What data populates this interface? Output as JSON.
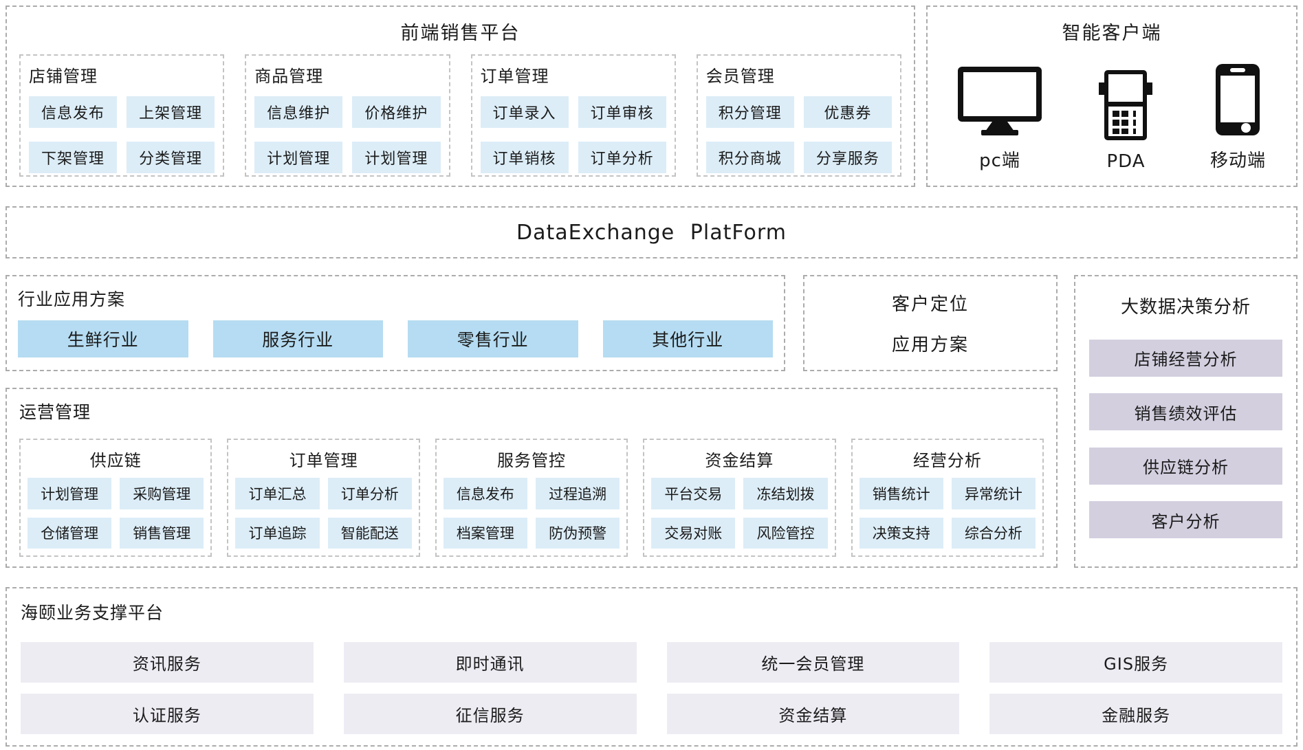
{
  "colors": {
    "chip_blue": "#dcedf7",
    "industry_blue": "#b5dcf2",
    "analysis_lavender": "#d3cfdf",
    "service_lavender": "#eeecf3",
    "border_gray": "#ababab",
    "icon_black": "#111111"
  },
  "frontend_platform": {
    "title": "前端销售平台",
    "groups": [
      {
        "title": "店铺管理",
        "items": [
          "信息发布",
          "上架管理",
          "下架管理",
          "分类管理"
        ]
      },
      {
        "title": "商品管理",
        "items": [
          "信息维护",
          "价格维护",
          "计划管理",
          "计划管理"
        ]
      },
      {
        "title": "订单管理",
        "items": [
          "订单录入",
          "订单审核",
          "订单销核",
          "订单分析"
        ]
      },
      {
        "title": "会员管理",
        "items": [
          "积分管理",
          "优惠券",
          "积分商城",
          "分享服务"
        ]
      }
    ]
  },
  "smart_client": {
    "title": "智能客户端",
    "devices": [
      {
        "icon": "desktop-monitor-icon",
        "label": "pc端"
      },
      {
        "icon": "pda-device-icon",
        "label": "PDA"
      },
      {
        "icon": "smartphone-icon",
        "label": "移动端"
      }
    ]
  },
  "data_exchange": {
    "title": "DataExchange PlatForm"
  },
  "industry_solutions": {
    "title": "行业应用方案",
    "items": [
      "生鲜行业",
      "服务行业",
      "零售行业",
      "其他行业"
    ]
  },
  "customer_positioning": {
    "line1": "客户定位",
    "line2": "应用方案"
  },
  "big_data_analysis": {
    "title": "大数据决策分析",
    "items": [
      "店铺经营分析",
      "销售绩效评估",
      "供应链分析",
      "客户分析"
    ]
  },
  "operations_management": {
    "title": "运营管理",
    "groups": [
      {
        "title": "供应链",
        "items": [
          "计划管理",
          "采购管理",
          "仓储管理",
          "销售管理"
        ]
      },
      {
        "title": "订单管理",
        "items": [
          "订单汇总",
          "订单分析",
          "订单追踪",
          "智能配送"
        ]
      },
      {
        "title": "服务管控",
        "items": [
          "信息发布",
          "过程追溯",
          "档案管理",
          "防伪预警"
        ]
      },
      {
        "title": "资金结算",
        "items": [
          "平台交易",
          "冻结划拨",
          "交易对账",
          "风险管控"
        ]
      },
      {
        "title": "经营分析",
        "items": [
          "销售统计",
          "异常统计",
          "决策支持",
          "综合分析"
        ]
      }
    ]
  },
  "support_platform": {
    "title": "海颐业务支撑平台",
    "items": [
      "资讯服务",
      "即时通讯",
      "统一会员管理",
      "GIS服务",
      "认证服务",
      "征信服务",
      "资金结算",
      "金融服务"
    ]
  }
}
